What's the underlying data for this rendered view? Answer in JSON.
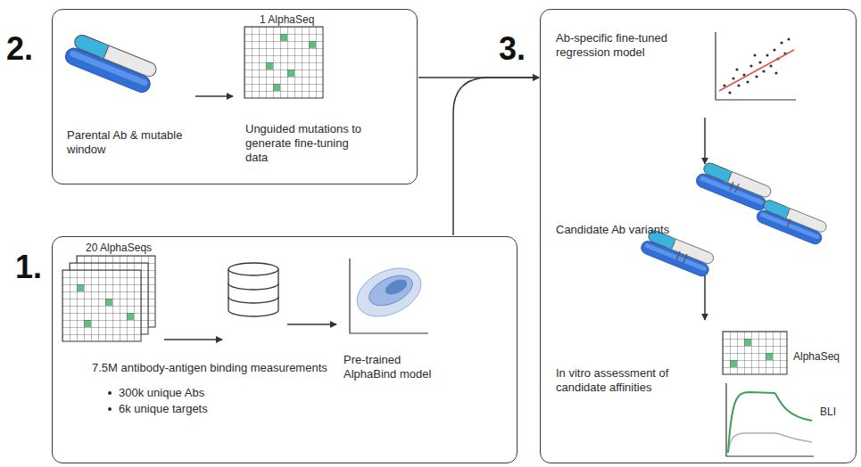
{
  "diagram": {
    "nodes": [
      {
        "text": [
          "1."
        ]
      },
      {
        "text": [
          "20 AlphaSeqs"
        ],
        "in": 0
      },
      {
        "text": [
          "7.5M antibody-antigen binding measurements",
          "300k unique Abs",
          "6k unique targets"
        ],
        "in": 0
      },
      {
        "text": [
          "Pre-trained AlphaBind model"
        ],
        "in": 0
      },
      {
        "text": [
          "2."
        ]
      },
      {
        "text": [
          "Parental Ab & mutable window"
        ],
        "in": 4
      },
      {
        "text": [
          "1 AlphaSeq",
          "Unguided mutations to generate fine-tuning data"
        ],
        "in": 4
      },
      {
        "text": [
          "3."
        ]
      },
      {
        "text": [
          "Ab-specific fine-tuned regression model"
        ],
        "in": 7
      },
      {
        "text": [
          "Candidate Ab variants"
        ],
        "in": 7
      },
      {
        "text": [
          "In vitro assessment of candidate affinities",
          "AlphaSeq",
          "BLI"
        ],
        "in": 7
      }
    ],
    "edges": [
      {
        "from": 1,
        "to": 2,
        "arrow": "to"
      },
      {
        "from": 2,
        "to": 3,
        "arrow": "to"
      },
      {
        "from": 5,
        "to": 6,
        "arrow": "to"
      },
      {
        "from": 4,
        "to": 7,
        "arrow": "to"
      },
      {
        "from": 0,
        "to": 7,
        "arrow": "to"
      },
      {
        "from": 8,
        "to": 9,
        "arrow": "to"
      },
      {
        "from": 9,
        "to": 10,
        "arrow": "to"
      }
    ]
  }
}
